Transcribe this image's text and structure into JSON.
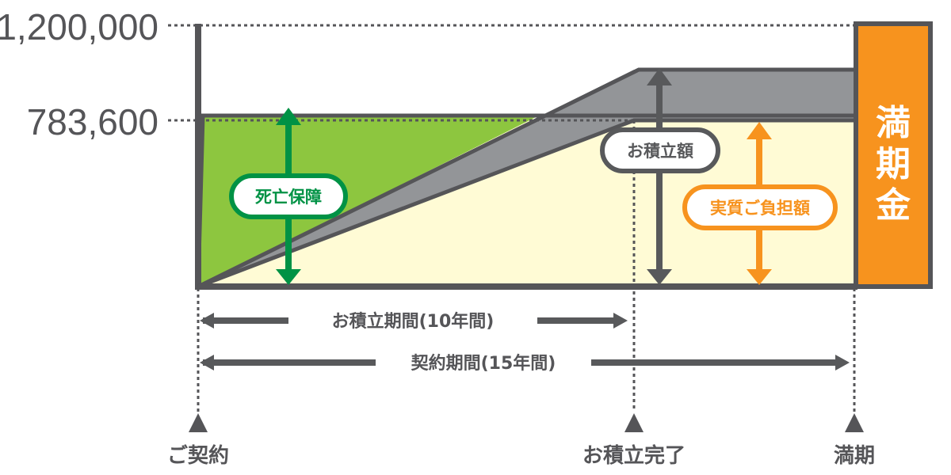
{
  "axis": {
    "top_value": "1,200,000",
    "mid_value": "783,600"
  },
  "labels": {
    "death_coverage": "死亡保障",
    "accumulated_amount": "お積立額",
    "actual_burden": "実質ご負担額",
    "maturity_payout": [
      "満",
      "期",
      "金"
    ]
  },
  "periods": {
    "saving_period": "お積立期間(10年間)",
    "contract_period": "契約期間(15年間)"
  },
  "milestones": {
    "contract_start": "ご契約",
    "saving_complete": "お積立完了",
    "maturity": "満期"
  },
  "colors": {
    "green_fill": "#8dc63f",
    "green_dark": "#009245",
    "gray": "#939598",
    "gray_dark": "#58595b",
    "cream": "#fffbd5",
    "orange": "#f7931e"
  }
}
